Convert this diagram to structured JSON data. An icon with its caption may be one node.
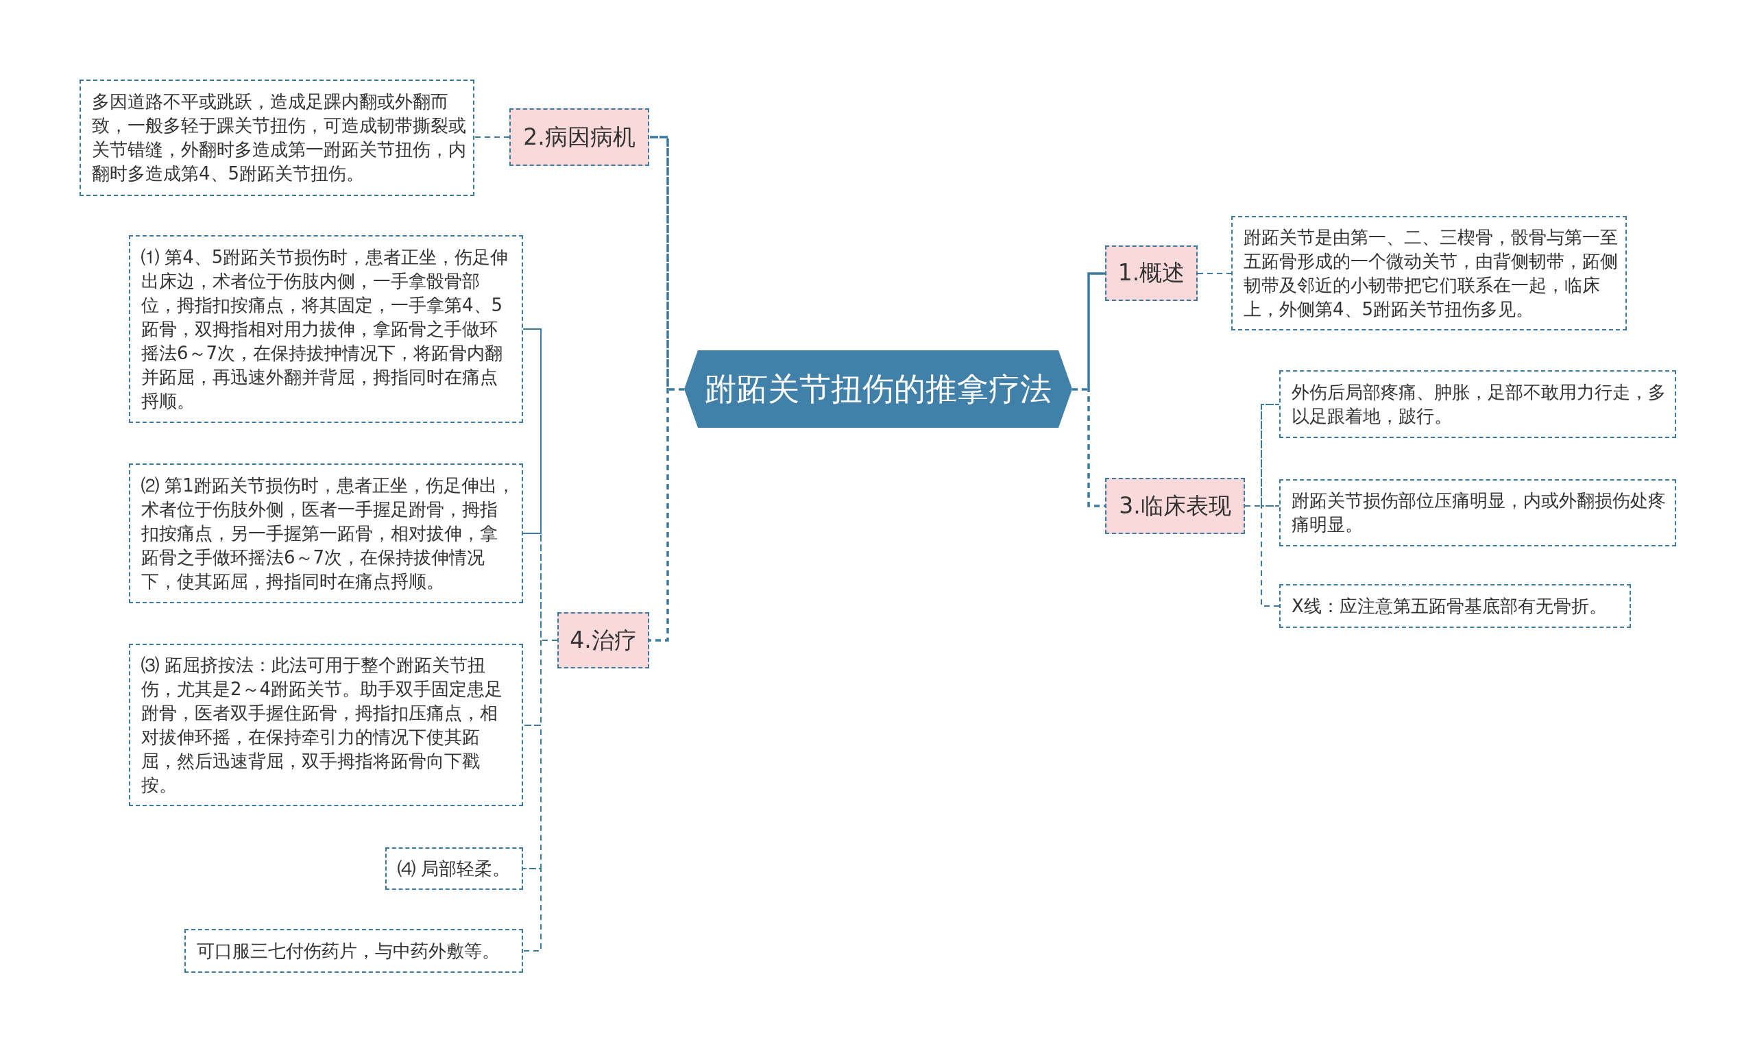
{
  "diagram": {
    "nodes": [
      {
        "text": [
          "跗跖关节扭伤的推拿疗法"
        ]
      },
      {
        "text": [
          "1.概述"
        ]
      },
      {
        "text": [
          "跗跖关节是由第一、二、三楔骨，骰骨与第一至五跖骨形成的一个微动关节，由背侧韧带，跖侧韧带及邻近的小韧带把它们联系在一起，临床上，外侧第4、5跗跖关节扭伤多见。"
        ]
      },
      {
        "text": [
          "2.病因病机"
        ]
      },
      {
        "text": [
          "多因道路不平或跳跃，造成足踝内翻或外翻而致，一般多轻于踝关节扭伤，可造成韧带撕裂或关节错缝，外翻时多造成第一跗跖关节扭伤，内翻时多造成第4、5跗跖关节扭伤。"
        ]
      },
      {
        "text": [
          "3.临床表现"
        ]
      },
      {
        "text": [
          "外伤后局部疼痛、肿胀，足部不敢用力行走，多以足跟着地，跛行。"
        ]
      },
      {
        "text": [
          "跗跖关节损伤部位压痛明显，内或外翻损伤处疼痛明显。"
        ]
      },
      {
        "text": [
          "X线：应注意第五跖骨基底部有无骨折。"
        ]
      },
      {
        "text": [
          "4.治疗"
        ]
      },
      {
        "text": [
          "⑴ 第4、5跗跖关节损伤时，患者正坐，伤足伸出床边，术者位于伤肢内侧，一手拿骰骨部位，拇指扣按痛点，将其固定，一手拿第4、5跖骨，双拇指相对用力拔伸，拿跖骨之手做环摇法6～7次，在保持拔抻情况下，将跖骨内翻并跖屈，再迅速外翻并背屈，拇指同时在痛点捋顺。"
        ]
      },
      {
        "text": [
          "⑵ 第1跗跖关节损伤时，患者正坐，伤足伸出，术者位于伤肢外侧，医者一手握足跗骨，拇指扣按痛点，另一手握第一跖骨，相对拔伸，拿跖骨之手做环摇法6～7次，在保持拔伸情况下，使其跖屈，拇指同时在痛点捋顺。"
        ]
      },
      {
        "text": [
          "⑶ 跖屈挤按法：此法可用于整个跗跖关节扭伤，尤其是2～4跗跖关节。助手双手固定患足跗骨，医者双手握住跖骨，拇指扣压痛点，相对拔伸环摇，在保持牵引力的情况下使其跖屈，然后迅速背屈，双手拇指将跖骨向下戳按。"
        ]
      },
      {
        "text": [
          "⑷ 局部轻柔。"
        ]
      },
      {
        "text": [
          "可口服三七付伤药片，与中药外敷等。"
        ]
      }
    ],
    "edges": [
      {
        "from": 0,
        "to": 1,
        "arrow": "none",
        "style": "dashed"
      },
      {
        "from": 1,
        "to": 2,
        "arrow": "none",
        "style": "dashed"
      },
      {
        "from": 0,
        "to": 3,
        "arrow": "none",
        "style": "dashed"
      },
      {
        "from": 3,
        "to": 4,
        "arrow": "none",
        "style": "dashed"
      },
      {
        "from": 0,
        "to": 5,
        "arrow": "none",
        "style": "dashed"
      },
      {
        "from": 5,
        "to": 6,
        "arrow": "none",
        "style": "dashed"
      },
      {
        "from": 5,
        "to": 7,
        "arrow": "none",
        "style": "dashed"
      },
      {
        "from": 5,
        "to": 8,
        "arrow": "none",
        "style": "dashed"
      },
      {
        "from": 0,
        "to": 9,
        "arrow": "none",
        "style": "dashed"
      },
      {
        "from": 9,
        "to": 10,
        "arrow": "none",
        "style": "dashed"
      },
      {
        "from": 9,
        "to": 11,
        "arrow": "none",
        "style": "dashed"
      },
      {
        "from": 9,
        "to": 12,
        "arrow": "none",
        "style": "dashed"
      },
      {
        "from": 9,
        "to": 13,
        "arrow": "none",
        "style": "dashed"
      },
      {
        "from": 9,
        "to": 14,
        "arrow": "none",
        "style": "dashed"
      }
    ]
  }
}
